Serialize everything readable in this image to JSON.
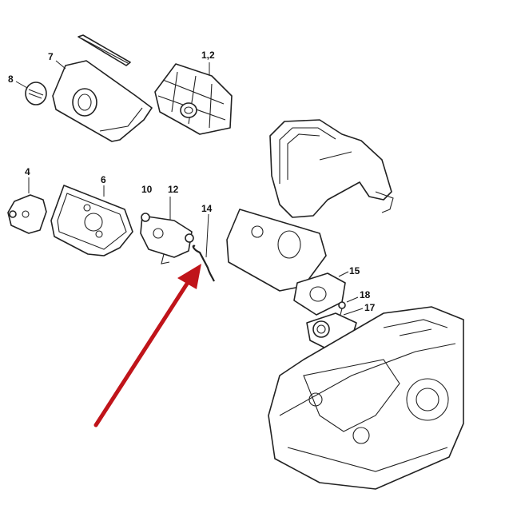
{
  "diagram": {
    "title": "Exploded parts diagram",
    "labels": [
      "7",
      "1,2",
      "8",
      "4",
      "6",
      "10",
      "12",
      "14",
      "15",
      "18",
      "17"
    ],
    "highlight": {
      "target_label": "14",
      "color": "#c0141a"
    }
  }
}
